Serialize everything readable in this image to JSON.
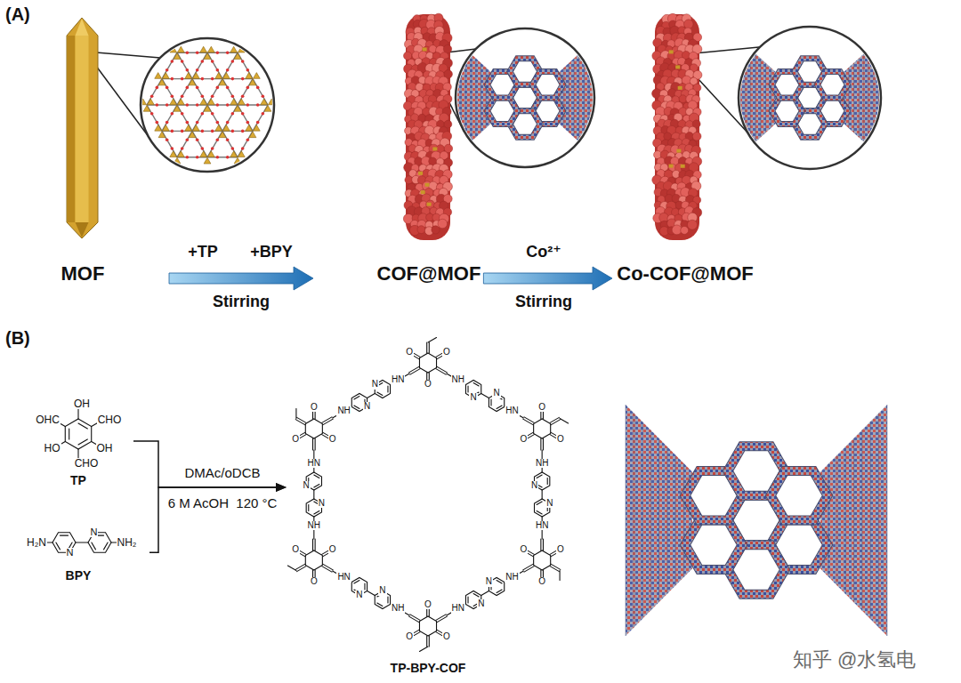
{
  "diagram": {
    "nodes": [
      {
        "text": [
          "MOF"
        ]
      },
      {
        "text": [
          "COF@MOF"
        ]
      },
      {
        "text": [
          "Co-COF@MOF"
        ]
      },
      {
        "text": [
          "TP"
        ]
      },
      {
        "text": [
          "BPY"
        ]
      },
      {
        "text": [
          "TP-BPY-COF"
        ]
      }
    ],
    "edges": [
      {
        "from": 0,
        "to": 1,
        "arrow": "to"
      },
      {
        "from": 1,
        "to": 2,
        "arrow": "to"
      },
      {
        "from": 3,
        "to": 5,
        "arrow": "to"
      },
      {
        "from": 4,
        "to": 5,
        "arrow": "to"
      }
    ],
    "labels": [
      "(A)",
      "+TP",
      "+BPY",
      "Stirring",
      "Co²⁺",
      "Stirring",
      "(B)",
      "OH",
      "CHO",
      "OH",
      "CHO",
      "HO",
      "OHC",
      "H₂N",
      "N",
      "N",
      "NH₂",
      "DMAc/oDCB",
      "6 M AcOH  120 °C",
      "知乎 @水氢电",
      "O",
      "O",
      "O",
      "O",
      "O",
      "O",
      "O",
      "O",
      "O",
      "O",
      "O",
      "O",
      "O",
      "O",
      "O",
      "O",
      "O",
      "O",
      "NH",
      "N",
      "N",
      "HN",
      "NH",
      "N",
      "N",
      "HN",
      "NH",
      "N",
      "N",
      "HN",
      "NH",
      "N",
      "N",
      "HN",
      "NH",
      "N",
      "N",
      "HN",
      "NH",
      "N",
      "N",
      "HN"
    ]
  }
}
